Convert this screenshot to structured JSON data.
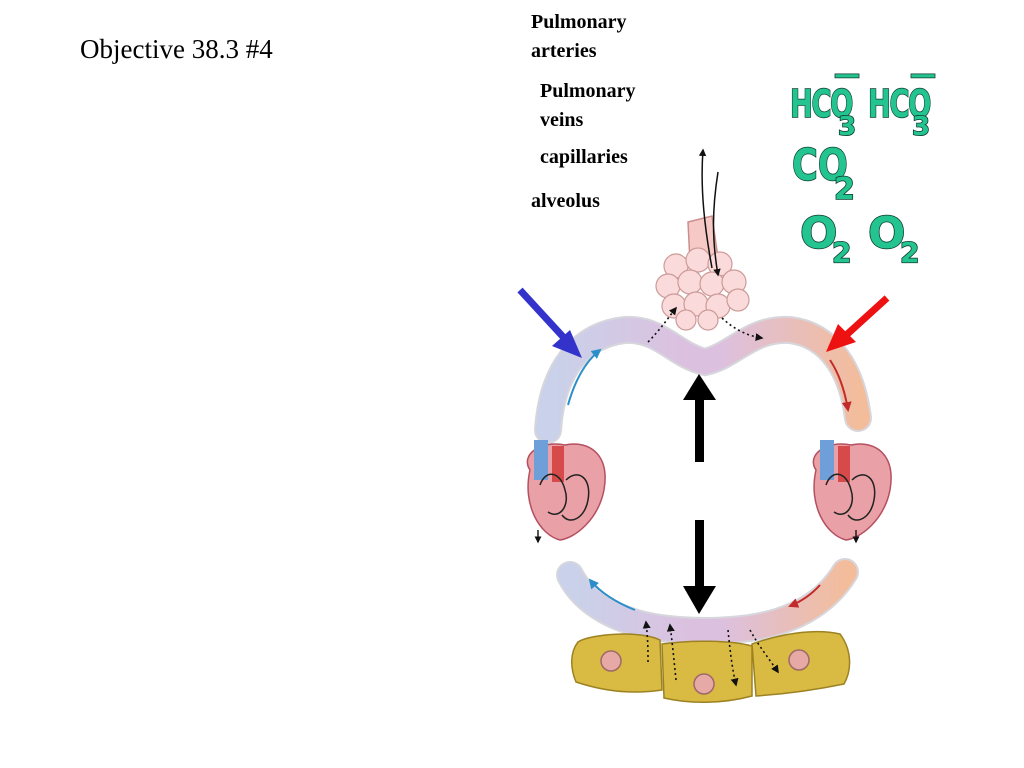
{
  "slide": {
    "title": "Objective 38.3 #4"
  },
  "labels": {
    "pulmonary_arteries": "Pulmonary arteries",
    "pulmonary_veins": "Pulmonary veins",
    "capillaries": "capillaries",
    "alveolus": "alveolus"
  },
  "chemicals": {
    "bicarbonate_1": {
      "base": "HCO",
      "subscript": "3",
      "charge": "—"
    },
    "bicarbonate_2": {
      "base": "HCO",
      "subscript": "3",
      "charge": "—"
    },
    "carbon_dioxide": {
      "base": "CO",
      "subscript": "2"
    },
    "oxygen_1": {
      "base": "O",
      "subscript": "2"
    },
    "oxygen_2": {
      "base": "O",
      "subscript": "2"
    }
  },
  "colors": {
    "deoxygenated_arrow": "#3333cc",
    "oxygenated_arrow": "#ee1111",
    "chemical_fill": "#23c48f",
    "chemical_outline": "#0f3d2e",
    "vessel_blue": "#cdd3e8",
    "vessel_pink": "#f3c0a2",
    "capillary_purple": "#dcc0df",
    "tissue_cell": "#d9ba43"
  }
}
